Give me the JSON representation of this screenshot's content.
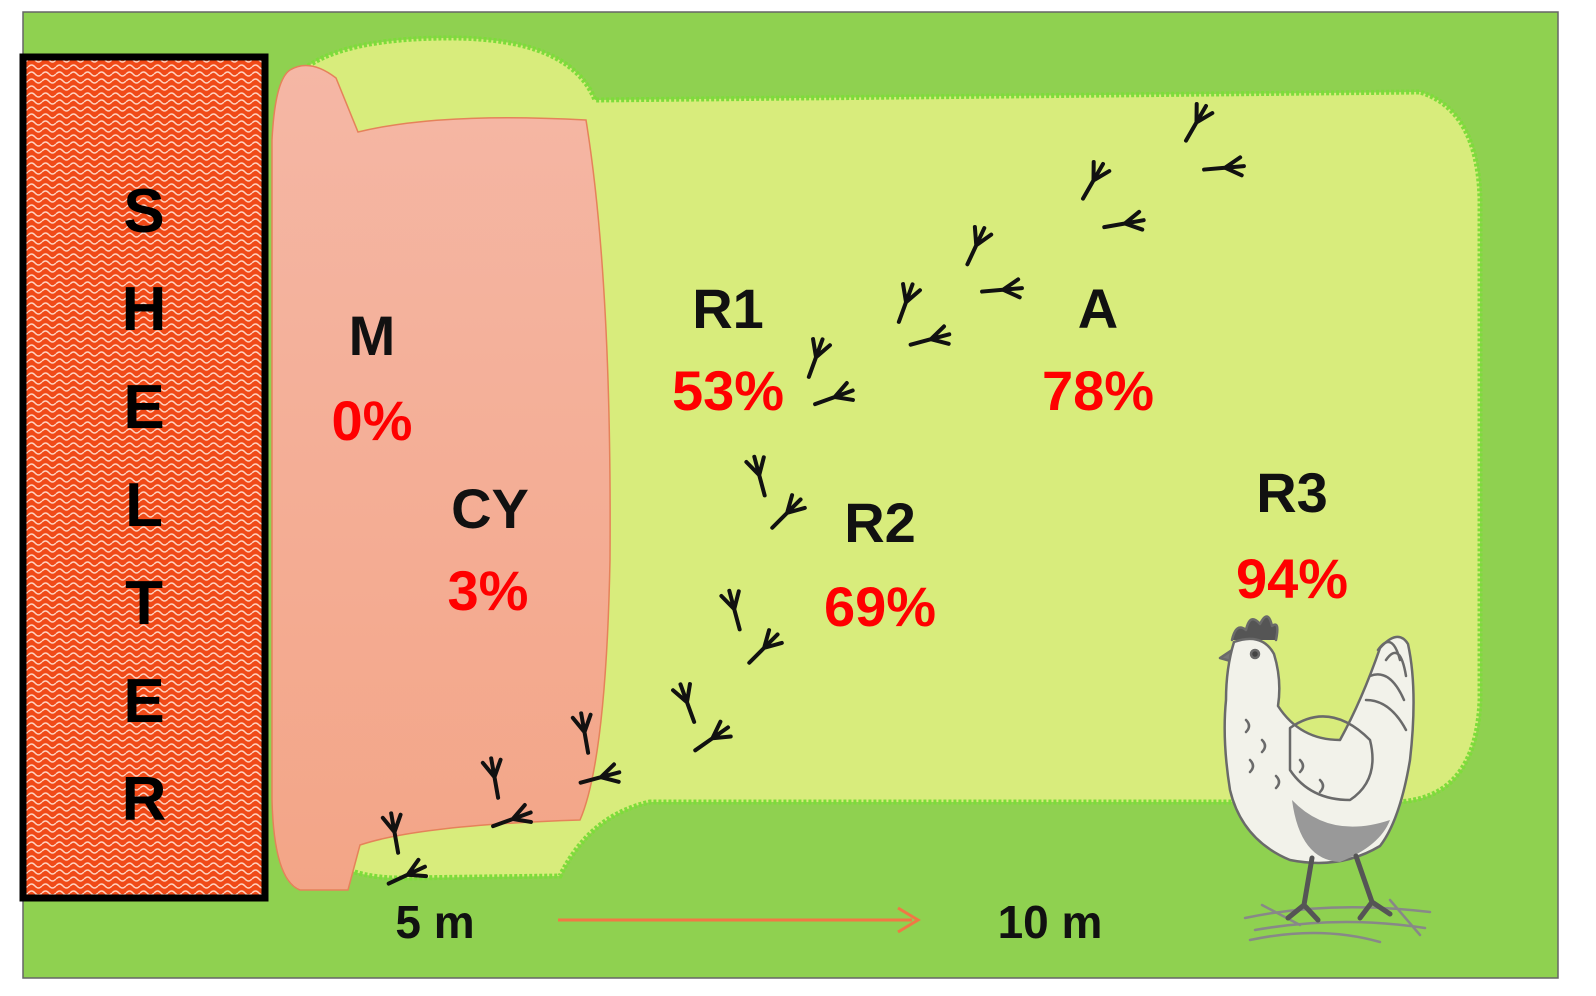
{
  "shelter": {
    "letters": [
      "S",
      "H",
      "E",
      "L",
      "T",
      "E",
      "R"
    ]
  },
  "zones": [
    {
      "label": "M",
      "value": "0%"
    },
    {
      "label": "CY",
      "value": "3%"
    },
    {
      "label": "R1",
      "value": "53%"
    },
    {
      "label": "R2",
      "value": "69%"
    },
    {
      "label": "A",
      "value": "78%"
    },
    {
      "label": "R3",
      "value": "94%"
    }
  ],
  "distance": {
    "near": "5 m",
    "far": "10 m"
  },
  "colors": {
    "grass": "#8fd150",
    "range": "#d8ec7c",
    "range_edge": "#7ddc3a",
    "courtyard": "#f4b197",
    "shelter": "#f04a18",
    "value_text": "#ff0000",
    "arrow": "#f07845",
    "chicken": "#777777"
  },
  "icons": [
    "footprint-icon",
    "chicken-icon",
    "arrow-icon"
  ]
}
